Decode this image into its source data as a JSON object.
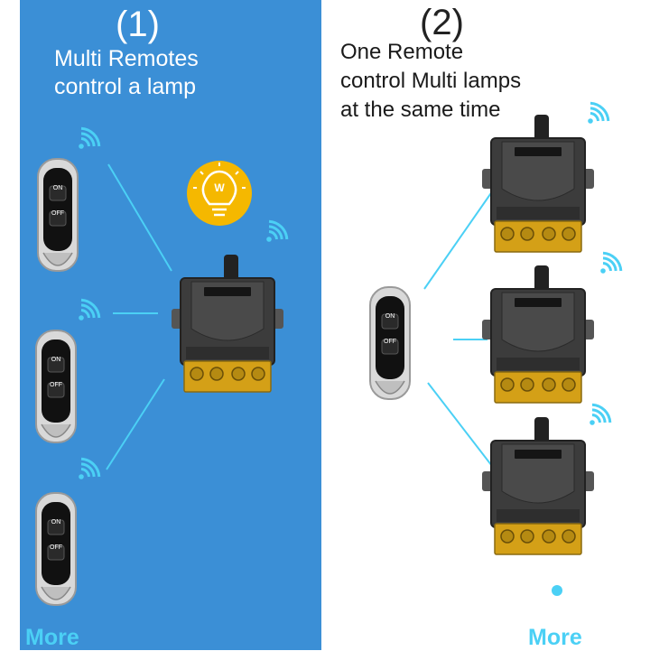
{
  "left_panel": {
    "number": "(1)",
    "caption_line1": "Multi Remotes",
    "caption_line2": "control a lamp",
    "more_label": "More",
    "remote_on_label": "ON",
    "remote_off_label": "OFF",
    "lamp_letter": "W",
    "color": "#3b8fd6"
  },
  "right_panel": {
    "number": "(2)",
    "caption_line1": "One Remote",
    "caption_line2": "control Multi lamps",
    "caption_line3": "at the same time",
    "more_label": "More",
    "remote_on_label": "ON",
    "remote_off_label": "OFF"
  },
  "colors": {
    "signal": "#4bd0f5",
    "lamp": "#f5b800",
    "relay_body": "#3c3c3c",
    "terminal": "#d4a017"
  }
}
